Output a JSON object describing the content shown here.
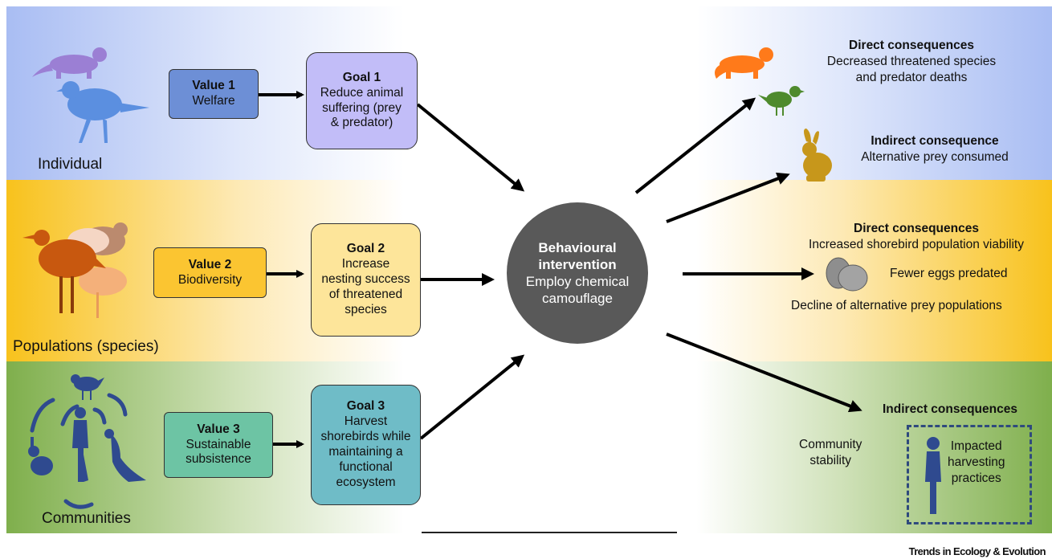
{
  "levels": {
    "individual": "Individual",
    "populations": "Populations (species)",
    "communities": "Communities"
  },
  "values": [
    {
      "title": "Value 1",
      "text": "Welfare",
      "color": "#6d8fd6"
    },
    {
      "title": "Value 2",
      "text": "Biodiversity",
      "color": "#fbc531"
    },
    {
      "title": "Value 3",
      "text": "Sustainable\nsubsistence",
      "color": "#6dc4a4"
    }
  ],
  "goals": [
    {
      "title": "Goal 1",
      "text": "Reduce animal\nsuffering (prey\n& predator)",
      "color": "#c2bdf8"
    },
    {
      "title": "Goal 2",
      "text": "Increase\nnesting success\nof threatened\nspecies",
      "color": "#fde59a"
    },
    {
      "title": "Goal 3",
      "text": "Harvest\nshorebirds while\nmaintaining a\nfunctional\necosystem",
      "color": "#6fbcc7"
    }
  ],
  "intervention": {
    "title": "Behavioural\nintervention",
    "text": "Employ chemical\ncamouflage",
    "color": "#595959"
  },
  "consequences": {
    "direct1": {
      "heading": "Direct consequences",
      "text": "Decreased threatened species\nand predator deaths"
    },
    "indirect1": {
      "heading": "Indirect consequence",
      "text": "Alternative prey consumed"
    },
    "direct2": {
      "heading": "Direct consequences",
      "text": "Increased shorebird population viability"
    },
    "fewer_eggs": "Fewer eggs predated",
    "decline": "Decline of alternative prey populations",
    "indirect2": {
      "heading": "Indirect consequences"
    },
    "community_stability": "Community\nstability",
    "impacted": "Impacted\nharvesting\npractices"
  },
  "journal": "Trends in Ecology & Evolution",
  "icons": [
    "ferret-icon",
    "plover-icon",
    "shorebird-group-icon",
    "human-icon",
    "rabbit-icon",
    "cycle-arrow-icon",
    "egg-icon"
  ],
  "colors": {
    "individual_band": "#a9bdf3",
    "population_band": "#f8c21c",
    "community_band": "#7faf4c",
    "icon_purple": "#9b7fd4",
    "icon_blue": "#5b8fe0",
    "icon_orange": "#ff7a1a",
    "icon_green": "#4e8a2d",
    "icon_gold": "#c7971b",
    "icon_navy": "#2f4a8f",
    "egg": "#8e8e8e"
  }
}
